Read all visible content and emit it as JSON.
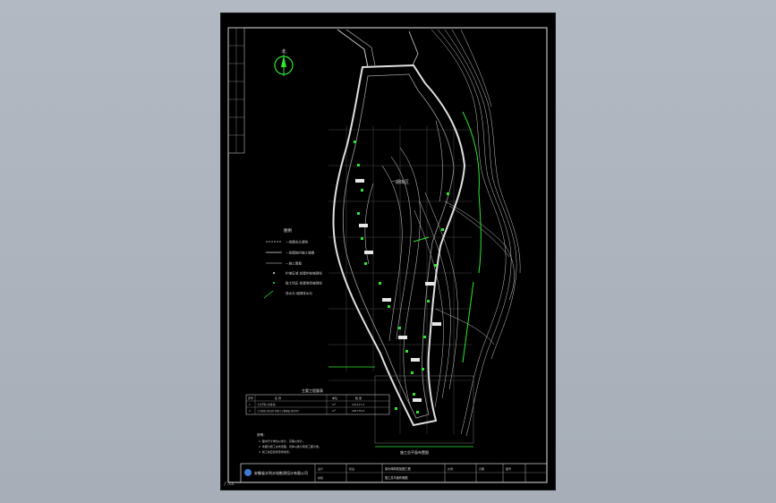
{
  "drawing": {
    "north_label": "北",
    "legend_title": "图例",
    "legend_items": [
      {
        "label": "—拟建永久堤线",
        "style": "dash"
      },
      {
        "label": "—拟建临时施工道路",
        "style": "solid"
      },
      {
        "label": "—施工围堰",
        "style": "solid-thin"
      },
      {
        "label": "护坡区域 拟建护坡坡脚线",
        "style": "dot"
      },
      {
        "label": "取土场区 拟建堆场坡脚线",
        "style": "dot"
      },
      {
        "label": "排水沟 坡脚排水沟",
        "style": "arrow"
      }
    ],
    "table_title": "主要工程量表",
    "table_rows": [
      [
        "序号",
        "名 称",
        "单位",
        "数 量"
      ],
      [
        "1",
        "土方开挖 (含清基)",
        "m³",
        "101117.0"
      ],
      [
        "2",
        "土方回填 (含压实) 防渗土工膜铺设 (复合型)",
        "m³",
        "181770.0"
      ]
    ],
    "notes_title": "说明：",
    "notes": [
      "1. 图中尺寸单位以米计，高程以米计。",
      "2. 本图为施工总布置图，具体以各分项施工图为准。",
      "3. 施工前应复核现场地形。"
    ],
    "plan_title": "施工总平面布置图",
    "lake_label": "一期库区",
    "company": "安徽省水利水电勘测设计有限公司",
    "title_block": {
      "project": "某水库除险加固工程",
      "drawing_name": "施工总平面布置图",
      "design": "设计",
      "check": "校核",
      "scale": "比例",
      "date": "日期",
      "sheet_no": "图号",
      "stage": "初设"
    },
    "corner_text": "/.cc"
  }
}
